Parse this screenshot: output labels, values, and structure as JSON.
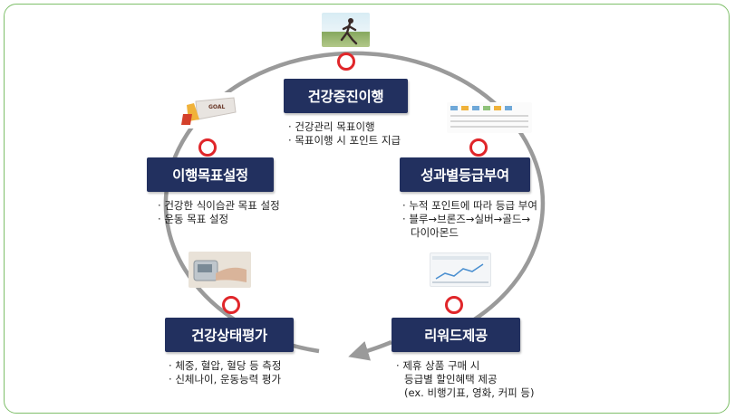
{
  "colors": {
    "stage_bg": "#22305f",
    "ring": "#9a9a9a",
    "node": "#e0262a",
    "frame": "#7fbf6a"
  },
  "stages": {
    "top": {
      "title": "건강증진이행",
      "bullets": [
        "건강관리 목표이행",
        "목표이행 시 포인트 지급"
      ]
    },
    "upper_right": {
      "title": "성과별등급부여",
      "bullets": [
        "누적 포인트에 따라 등급 부여",
        "블루→브론즈→실버→골드→"
      ],
      "continuation": "다이아몬드"
    },
    "lower_right": {
      "title": "리워드제공",
      "bullets": [
        "제휴 상품 구매 시"
      ],
      "continuation_lines": [
        "등급별 할인혜택 제공",
        "(ex. 비행기표, 영화, 커피 등)"
      ]
    },
    "lower_left": {
      "title": "건강상태평가",
      "bullets": [
        "체중, 혈압, 혈당 등 측정",
        "신체나이, 운동능력 평가"
      ]
    },
    "upper_left": {
      "title": "이행목표설정",
      "bullets": [
        "건강한 식이습관 목표 설정",
        "운동 목표 설정"
      ]
    }
  },
  "thumbnails": {
    "top": "runner-photo",
    "upper_left": "goal-ribbon-image",
    "upper_right": "grade-table-screenshot",
    "lower_right": "chart-screenshot",
    "lower_left": "blood-pressure-device-photo"
  }
}
